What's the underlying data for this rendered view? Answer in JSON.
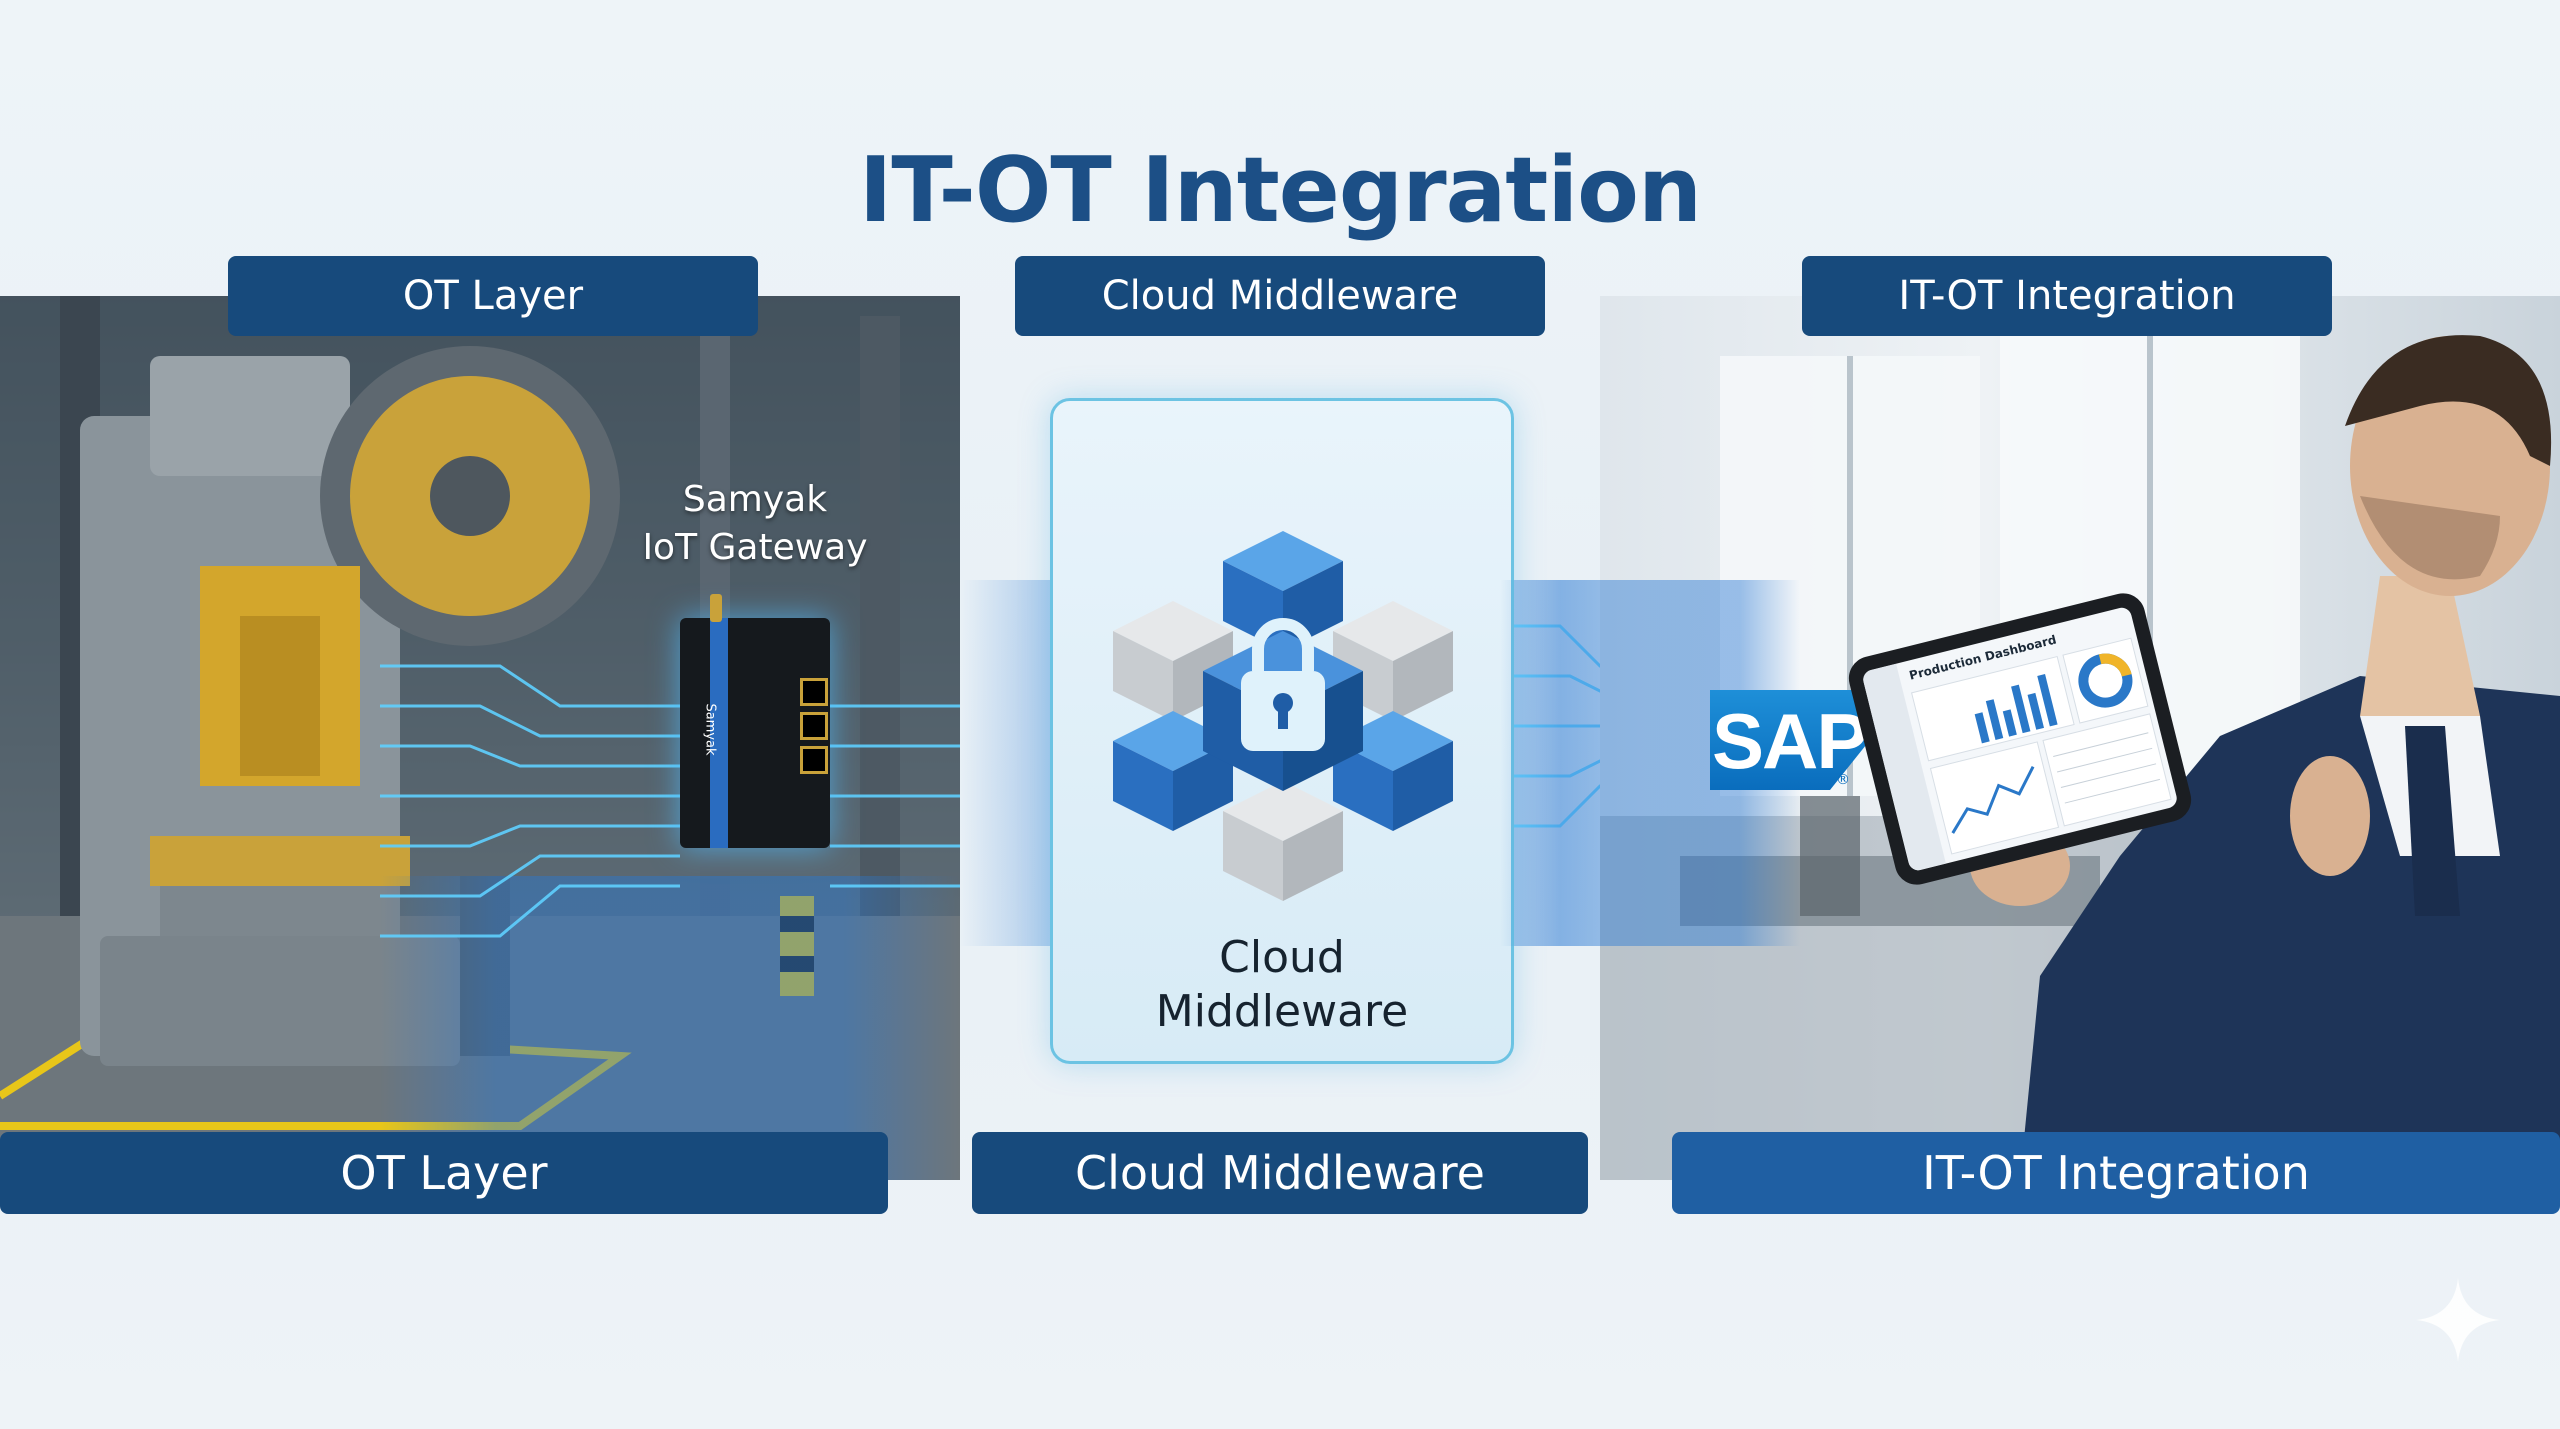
{
  "title": "IT-OT Integration",
  "top_labels": [
    "OT Layer",
    "Cloud Middleware",
    "IT-OT Integration"
  ],
  "bottom_labels": [
    "OT Layer",
    "Cloud Middleware",
    "IT-OT Integration"
  ],
  "gateway": {
    "line1": "Samyak",
    "line2": "IoT Gateway",
    "device_text": "Samyak"
  },
  "center_card": {
    "line1": "Cloud",
    "line2": "Middleware",
    "icon": "lock-icon"
  },
  "sap": {
    "logo_text": "SAP",
    "registered": "®"
  },
  "tablet": {
    "screen_title": "Production Dashboard"
  },
  "colors": {
    "label_bg": "#174a7c",
    "title": "#1c4f86",
    "accent_blue": "#2a78c8",
    "glow": "#4fc3f7"
  }
}
